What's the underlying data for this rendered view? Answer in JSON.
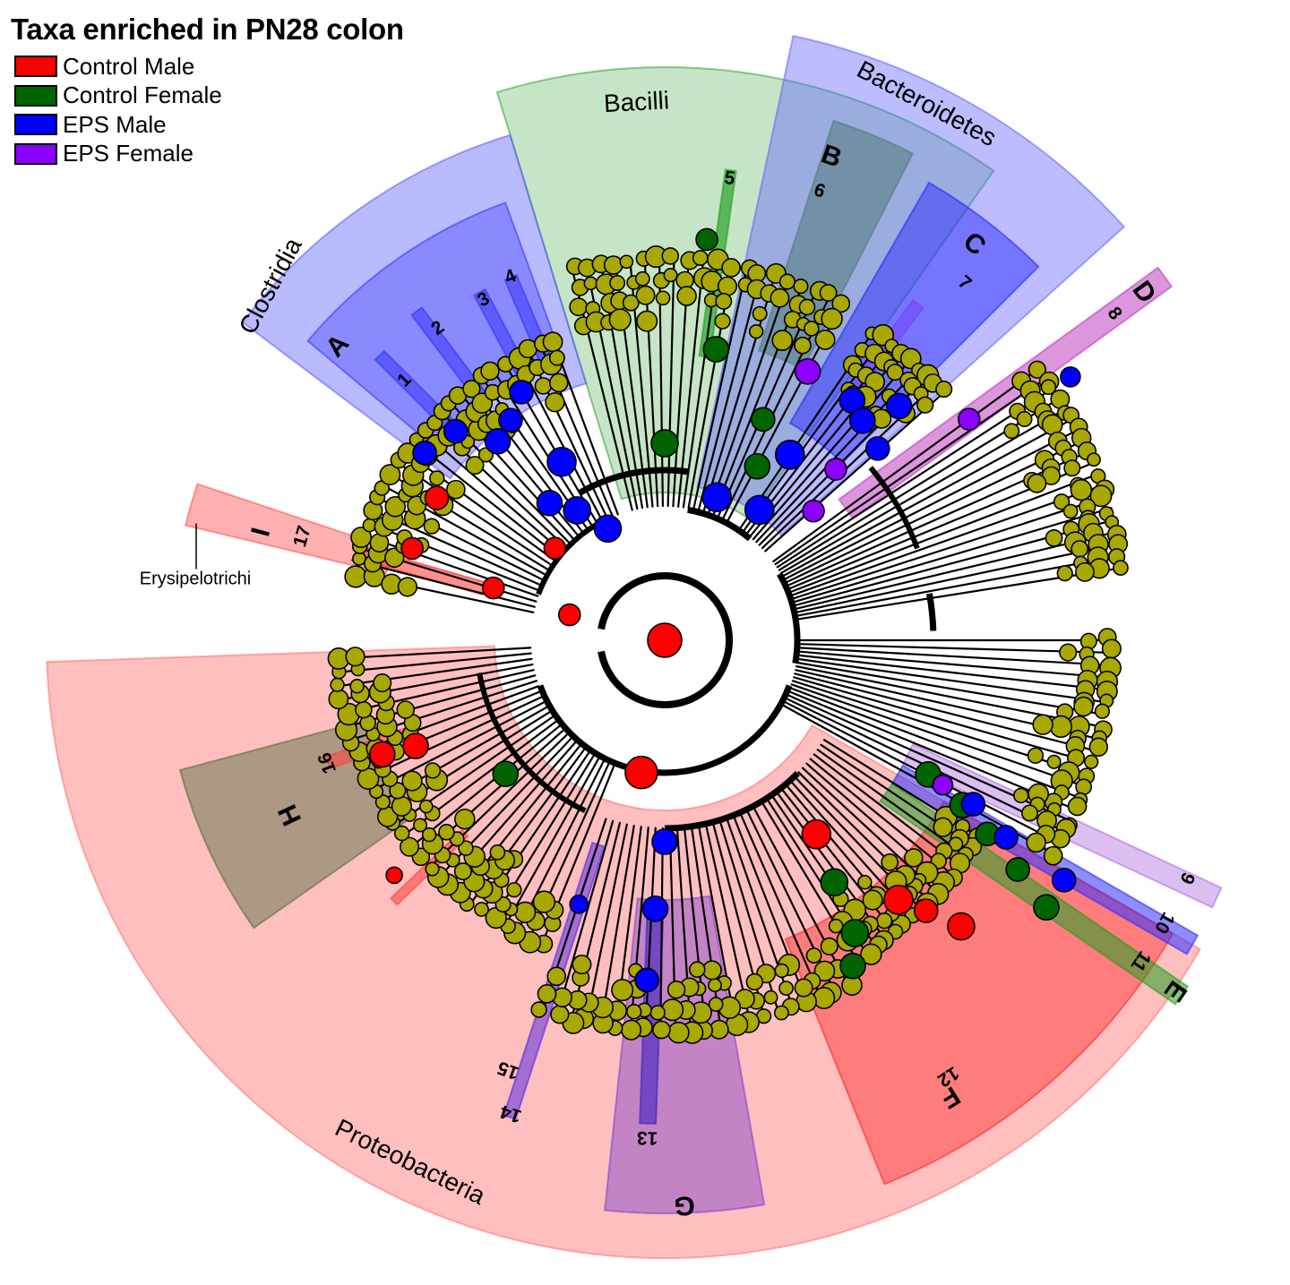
{
  "title": "Taxa enriched in PN28 colon",
  "legend": [
    {
      "label": "Control Male",
      "color": "#ff0000"
    },
    {
      "label": "Control Female",
      "color": "#006400"
    },
    {
      "label": "EPS Male",
      "color": "#0000ff"
    },
    {
      "label": "EPS Female",
      "color": "#8b00ff"
    }
  ],
  "colors": {
    "node_default": "#a8a800",
    "edge": "#000000"
  },
  "clades": {
    "Clostridia": "Clostridia",
    "Bacilli": "Bacilli",
    "Bacteroidetes": "Bacteroidetes",
    "Proteobacteria": "Proteobacteria",
    "Erysipelotrichi": "Erysipelotrichi"
  },
  "letters": [
    "A",
    "B",
    "C",
    "D",
    "E",
    "F",
    "G",
    "H",
    "I"
  ],
  "numbers": [
    "1",
    "2",
    "3",
    "4",
    "5",
    "6",
    "7",
    "8",
    "9",
    "10",
    "11",
    "12",
    "13",
    "14",
    "15",
    "16",
    "17"
  ]
}
